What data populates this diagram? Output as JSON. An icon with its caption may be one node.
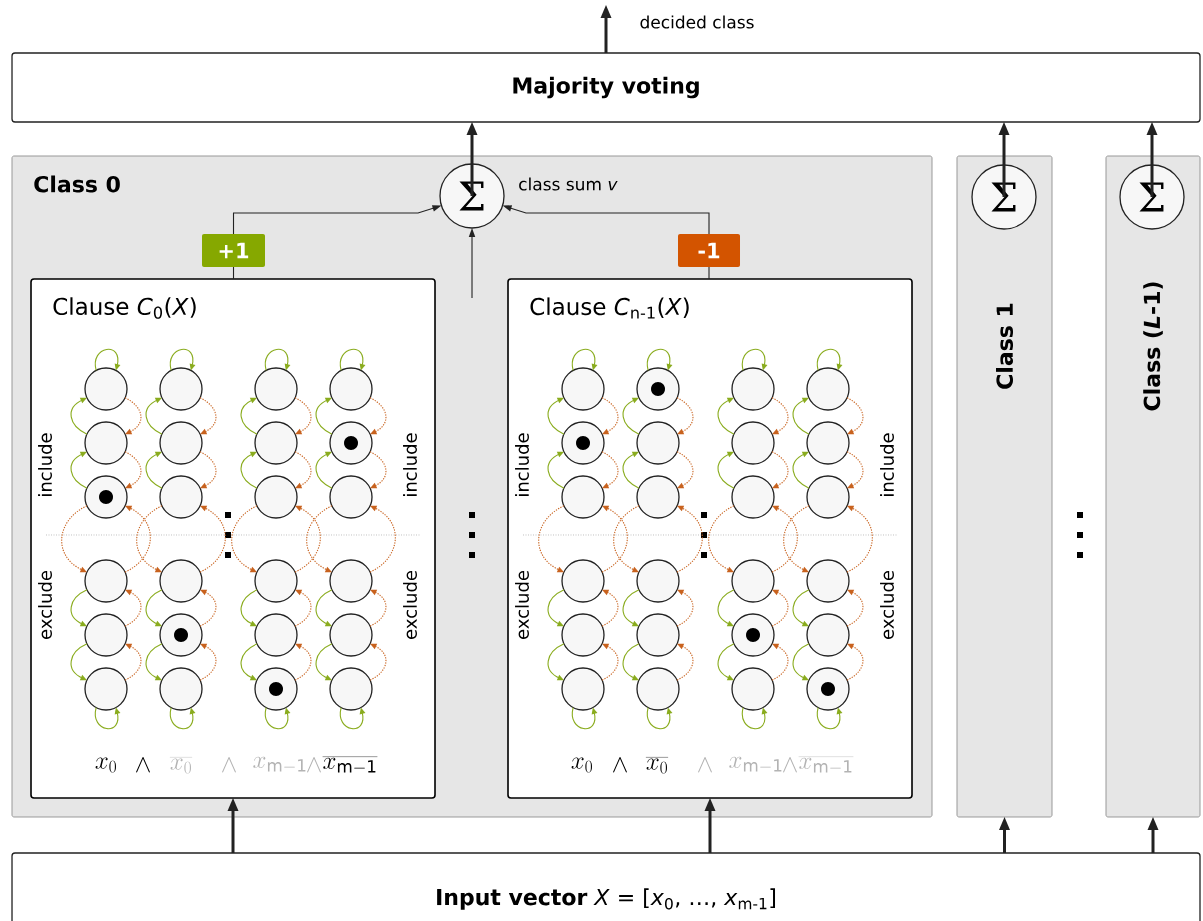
{
  "diagram": {
    "nodes": [
      {
        "text": [
          "Majority voting"
        ]
      },
      {
        "text": [
          "Class 0"
        ]
      },
      {
        "text": [
          "Σ"
        ],
        "in": 1,
        "beside": [
          "class sum *v*"
        ]
      },
      {
        "text": [
          "+1"
        ],
        "in": 1
      },
      {
        "text": [
          "-1"
        ],
        "in": 1
      },
      {
        "text": [
          "Clause *C*$_{0}$(*X*)"
        ],
        "in": 1
      },
      {
        "text": [
          "Clause *C*$_{n-1}$(*X*)"
        ],
        "in": 1
      },
      {
        "text": [],
        "shape": "circle",
        "in": 5
      },
      {
        "text": [],
        "shape": "circle",
        "in": 5
      },
      {
        "text": [],
        "shape": "circle",
        "in": 5
      },
      {
        "text": [],
        "shape": "circle",
        "in": 5
      },
      {
        "text": [],
        "shape": "circle",
        "in": 5
      },
      {
        "text": [],
        "shape": "circle",
        "in": 5
      },
      {
        "text": [],
        "shape": "circle",
        "in": 5
      },
      {
        "text": [],
        "shape": "circle",
        "in": 5
      },
      {
        "text": [],
        "shape": "circle",
        "in": 5
      },
      {
        "text": [],
        "shape": "circle",
        "in": 5
      },
      {
        "text": [],
        "shape": "circle",
        "in": 5
      },
      {
        "text": [],
        "shape": "circle",
        "in": 5
      },
      {
        "text": [],
        "shape": "circle",
        "in": 5
      },
      {
        "text": [],
        "shape": "circle",
        "in": 5
      },
      {
        "text": [],
        "shape": "circle",
        "in": 5
      },
      {
        "text": [],
        "shape": "circle",
        "in": 5
      },
      {
        "text": [],
        "shape": "circle",
        "in": 5
      },
      {
        "text": [],
        "shape": "circle",
        "in": 5
      },
      {
        "text": [],
        "shape": "circle",
        "in": 5
      },
      {
        "text": [],
        "shape": "circle",
        "in": 5
      },
      {
        "text": [],
        "shape": "circle",
        "in": 5
      },
      {
        "text": [],
        "shape": "circle",
        "in": 5
      },
      {
        "text": [],
        "shape": "circle",
        "in": 5
      },
      {
        "text": [],
        "shape": "circle",
        "in": 5
      },
      {
        "text": [],
        "shape": "circle",
        "in": 6
      },
      {
        "text": [],
        "shape": "circle",
        "in": 6
      },
      {
        "text": [],
        "shape": "circle",
        "in": 6
      },
      {
        "text": [],
        "shape": "circle",
        "in": 6
      },
      {
        "text": [],
        "shape": "circle",
        "in": 6
      },
      {
        "text": [],
        "shape": "circle",
        "in": 6
      },
      {
        "text": [],
        "shape": "circle",
        "in": 6
      },
      {
        "text": [],
        "shape": "circle",
        "in": 6
      },
      {
        "text": [],
        "shape": "circle",
        "in": 6
      },
      {
        "text": [],
        "shape": "circle",
        "in": 6
      },
      {
        "text": [],
        "shape": "circle",
        "in": 6
      },
      {
        "text": [],
        "shape": "circle",
        "in": 6
      },
      {
        "text": [],
        "shape": "circle",
        "in": 6
      },
      {
        "text": [],
        "shape": "circle",
        "in": 6
      },
      {
        "text": [],
        "shape": "circle",
        "in": 6
      },
      {
        "text": [],
        "shape": "circle",
        "in": 6
      },
      {
        "text": [],
        "shape": "circle",
        "in": 6
      },
      {
        "text": [],
        "shape": "circle",
        "in": 6
      },
      {
        "text": [],
        "shape": "circle",
        "in": 6
      },
      {
        "text": [],
        "shape": "circle",
        "in": 6
      },
      {
        "text": [],
        "shape": "circle",
        "in": 6
      },
      {
        "text": [],
        "shape": "circle",
        "in": 6
      },
      {
        "text": [],
        "shape": "circle",
        "in": 6
      },
      {
        "text": [],
        "shape": "circle",
        "in": 6
      },
      {
        "text": [
          "Class 1"
        ]
      },
      {
        "text": [
          "Σ"
        ],
        "in": 55
      },
      {
        "text": [
          "Class (*L*-1)"
        ]
      },
      {
        "text": [
          "Σ"
        ],
        "in": 57
      },
      {
        "text": [
          "**Input vector** *X* = [*x*$_{0}$, …, *x*$_{m-1}$]"
        ]
      }
    ],
    "edges": [
      {
        "from": 0,
        "to": null,
        "arrow": "to",
        "label": "decided class",
        "style": "thick",
        "color": "#222222"
      },
      {
        "from": 2,
        "to": 0,
        "arrow": "to",
        "style": "thick",
        "color": "#222222"
      },
      {
        "from": 56,
        "to": 0,
        "arrow": "to",
        "style": "thick",
        "color": "#222222"
      },
      {
        "from": 58,
        "to": 0,
        "arrow": "to",
        "style": "thick",
        "color": "#222222"
      },
      {
        "from": 5,
        "to": 3,
        "arrow": "none",
        "color": "#222222"
      },
      {
        "from": 3,
        "to": 2,
        "arrow": "to",
        "color": "#222222"
      },
      {
        "from": 6,
        "to": 4,
        "arrow": "none",
        "color": "#222222"
      },
      {
        "from": 4,
        "to": 2,
        "arrow": "to",
        "color": "#222222"
      },
      {
        "from": null,
        "to": 2,
        "arrow": "to",
        "color": "#222222"
      },
      {
        "from": 59,
        "to": 5,
        "arrow": "to",
        "style": "thick",
        "color": "#222222"
      },
      {
        "from": 59,
        "to": 6,
        "arrow": "to",
        "style": "thick",
        "color": "#222222"
      },
      {
        "from": 59,
        "to": 55,
        "arrow": "to",
        "style": "thick",
        "color": "#222222"
      },
      {
        "from": 59,
        "to": 57,
        "arrow": "to",
        "style": "thick",
        "color": "#222222"
      },
      {
        "from": 7,
        "to": 7,
        "arrow": "to",
        "color": "#8aac1e"
      },
      {
        "from": 8,
        "to": 7,
        "arrow": "to",
        "color": "#8aac1e"
      },
      {
        "from": 9,
        "to": 8,
        "arrow": "to",
        "color": "#8aac1e"
      },
      {
        "from": 7,
        "to": 8,
        "arrow": "to",
        "style": "dashed",
        "color": "#c8621e"
      },
      {
        "from": 8,
        "to": 9,
        "arrow": "to",
        "style": "dashed",
        "color": "#c8621e"
      },
      {
        "from": 9,
        "to": 10,
        "arrow": "to",
        "style": "dashed",
        "color": "#c8621e"
      },
      {
        "from": 10,
        "to": 9,
        "arrow": "to",
        "style": "dashed",
        "color": "#c8621e"
      },
      {
        "from": 10,
        "to": 11,
        "arrow": "to",
        "color": "#8aac1e"
      },
      {
        "from": 11,
        "to": 12,
        "arrow": "to",
        "color": "#8aac1e"
      },
      {
        "from": 11,
        "to": 10,
        "arrow": "to",
        "style": "dashed",
        "color": "#c8621e"
      },
      {
        "from": 12,
        "to": 11,
        "arrow": "to",
        "style": "dashed",
        "color": "#c8621e"
      },
      {
        "from": 12,
        "to": 12,
        "arrow": "to",
        "color": "#8aac1e"
      },
      {
        "from": 13,
        "to": 13,
        "arrow": "to",
        "color": "#8aac1e"
      },
      {
        "from": 14,
        "to": 13,
        "arrow": "to",
        "color": "#8aac1e"
      },
      {
        "from": 15,
        "to": 14,
        "arrow": "to",
        "color": "#8aac1e"
      },
      {
        "from": 13,
        "to": 14,
        "arrow": "to",
        "style": "dashed",
        "color": "#c8621e"
      },
      {
        "from": 14,
        "to": 15,
        "arrow": "to",
        "style": "dashed",
        "color": "#c8621e"
      },
      {
        "from": 15,
        "to": 16,
        "arrow": "to",
        "style": "dashed",
        "color": "#c8621e"
      },
      {
        "from": 16,
        "to": 15,
        "arrow": "to",
        "style": "dashed",
        "color": "#c8621e"
      },
      {
        "from": 16,
        "to": 17,
        "arrow": "to",
        "color": "#8aac1e"
      },
      {
        "from": 17,
        "to": 18,
        "arrow": "to",
        "color": "#8aac1e"
      },
      {
        "from": 17,
        "to": 16,
        "arrow": "to",
        "style": "dashed",
        "color": "#c8621e"
      },
      {
        "from": 18,
        "to": 17,
        "arrow": "to",
        "style": "dashed",
        "color": "#c8621e"
      },
      {
        "from": 18,
        "to": 18,
        "arrow": "to",
        "color": "#8aac1e"
      },
      {
        "from": 19,
        "to": 19,
        "arrow": "to",
        "color": "#8aac1e"
      },
      {
        "from": 20,
        "to": 19,
        "arrow": "to",
        "color": "#8aac1e"
      },
      {
        "from": 21,
        "to": 20,
        "arrow": "to",
        "color": "#8aac1e"
      },
      {
        "from": 19,
        "to": 20,
        "arrow": "to",
        "style": "dashed",
        "color": "#c8621e"
      },
      {
        "from": 20,
        "to": 21,
        "arrow": "to",
        "style": "dashed",
        "color": "#c8621e"
      },
      {
        "from": 21,
        "to": 22,
        "arrow": "to",
        "style": "dashed",
        "color": "#c8621e"
      },
      {
        "from": 22,
        "to": 21,
        "arrow": "to",
        "style": "dashed",
        "color": "#c8621e"
      },
      {
        "from": 22,
        "to": 23,
        "arrow": "to",
        "color": "#8aac1e"
      },
      {
        "from": 23,
        "to": 24,
        "arrow": "to",
        "color": "#8aac1e"
      },
      {
        "from": 23,
        "to": 22,
        "arrow": "to",
        "style": "dashed",
        "color": "#c8621e"
      },
      {
        "from": 24,
        "to": 23,
        "arrow": "to",
        "style": "dashed",
        "color": "#c8621e"
      },
      {
        "from": 24,
        "to": 24,
        "arrow": "to",
        "color": "#8aac1e"
      },
      {
        "from": 25,
        "to": 25,
        "arrow": "to",
        "color": "#8aac1e"
      },
      {
        "from": 26,
        "to": 25,
        "arrow": "to",
        "color": "#8aac1e"
      },
      {
        "from": 27,
        "to": 26,
        "arrow": "to",
        "color": "#8aac1e"
      },
      {
        "from": 25,
        "to": 26,
        "arrow": "to",
        "style": "dashed",
        "color": "#c8621e"
      },
      {
        "from": 26,
        "to": 27,
        "arrow": "to",
        "style": "dashed",
        "color": "#c8621e"
      },
      {
        "from": 27,
        "to": 28,
        "arrow": "to",
        "style": "dashed",
        "color": "#c8621e"
      },
      {
        "from": 28,
        "to": 27,
        "arrow": "to",
        "style": "dashed",
        "color": "#c8621e"
      },
      {
        "from": 28,
        "to": 29,
        "arrow": "to",
        "color": "#8aac1e"
      },
      {
        "from": 29,
        "to": 30,
        "arrow": "to",
        "color": "#8aac1e"
      },
      {
        "from": 29,
        "to": 28,
        "arrow": "to",
        "style": "dashed",
        "color": "#c8621e"
      },
      {
        "from": 30,
        "to": 29,
        "arrow": "to",
        "style": "dashed",
        "color": "#c8621e"
      },
      {
        "from": 30,
        "to": 30,
        "arrow": "to",
        "color": "#8aac1e"
      },
      {
        "from": 31,
        "to": 31,
        "arrow": "to",
        "color": "#8aac1e"
      },
      {
        "from": 32,
        "to": 31,
        "arrow": "to",
        "color": "#8aac1e"
      },
      {
        "from": 33,
        "to": 32,
        "arrow": "to",
        "color": "#8aac1e"
      },
      {
        "from": 31,
        "to": 32,
        "arrow": "to",
        "style": "dashed",
        "color": "#c8621e"
      },
      {
        "from": 32,
        "to": 33,
        "arrow": "to",
        "style": "dashed",
        "color": "#c8621e"
      },
      {
        "from": 33,
        "to": 34,
        "arrow": "to",
        "style": "dashed",
        "color": "#c8621e"
      },
      {
        "from": 34,
        "to": 33,
        "arrow": "to",
        "style": "dashed",
        "color": "#c8621e"
      },
      {
        "from": 34,
        "to": 35,
        "arrow": "to",
        "color": "#8aac1e"
      },
      {
        "from": 35,
        "to": 36,
        "arrow": "to",
        "color": "#8aac1e"
      },
      {
        "from": 35,
        "to": 34,
        "arrow": "to",
        "style": "dashed",
        "color": "#c8621e"
      },
      {
        "from": 36,
        "to": 35,
        "arrow": "to",
        "style": "dashed",
        "color": "#c8621e"
      },
      {
        "from": 36,
        "to": 36,
        "arrow": "to",
        "color": "#8aac1e"
      },
      {
        "from": 37,
        "to": 37,
        "arrow": "to",
        "color": "#8aac1e"
      },
      {
        "from": 38,
        "to": 37,
        "arrow": "to",
        "color": "#8aac1e"
      },
      {
        "from": 39,
        "to": 38,
        "arrow": "to",
        "color": "#8aac1e"
      },
      {
        "from": 37,
        "to": 38,
        "arrow": "to",
        "style": "dashed",
        "color": "#c8621e"
      },
      {
        "from": 38,
        "to": 39,
        "arrow": "to",
        "style": "dashed",
        "color": "#c8621e"
      },
      {
        "from": 39,
        "to": 40,
        "arrow": "to",
        "style": "dashed",
        "color": "#c8621e"
      },
      {
        "from": 40,
        "to": 39,
        "arrow": "to",
        "style": "dashed",
        "color": "#c8621e"
      },
      {
        "from": 40,
        "to": 41,
        "arrow": "to",
        "color": "#8aac1e"
      },
      {
        "from": 41,
        "to": 42,
        "arrow": "to",
        "color": "#8aac1e"
      },
      {
        "from": 41,
        "to": 40,
        "arrow": "to",
        "style": "dashed",
        "color": "#c8621e"
      },
      {
        "from": 42,
        "to": 41,
        "arrow": "to",
        "style": "dashed",
        "color": "#c8621e"
      },
      {
        "from": 42,
        "to": 42,
        "arrow": "to",
        "color": "#8aac1e"
      },
      {
        "from": 43,
        "to": 43,
        "arrow": "to",
        "color": "#8aac1e"
      },
      {
        "from": 44,
        "to": 43,
        "arrow": "to",
        "color": "#8aac1e"
      },
      {
        "from": 45,
        "to": 44,
        "arrow": "to",
        "color": "#8aac1e"
      },
      {
        "from": 43,
        "to": 44,
        "arrow": "to",
        "style": "dashed",
        "color": "#c8621e"
      },
      {
        "from": 44,
        "to": 45,
        "arrow": "to",
        "style": "dashed",
        "color": "#c8621e"
      },
      {
        "from": 45,
        "to": 46,
        "arrow": "to",
        "style": "dashed",
        "color": "#c8621e"
      },
      {
        "from": 46,
        "to": 45,
        "arrow": "to",
        "style": "dashed",
        "color": "#c8621e"
      },
      {
        "from": 46,
        "to": 47,
        "arrow": "to",
        "color": "#8aac1e"
      },
      {
        "from": 47,
        "to": 48,
        "arrow": "to",
        "color": "#8aac1e"
      },
      {
        "from": 47,
        "to": 46,
        "arrow": "to",
        "style": "dashed",
        "color": "#c8621e"
      },
      {
        "from": 48,
        "to": 47,
        "arrow": "to",
        "style": "dashed",
        "color": "#c8621e"
      },
      {
        "from": 48,
        "to": 48,
        "arrow": "to",
        "color": "#8aac1e"
      },
      {
        "from": 49,
        "to": 49,
        "arrow": "to",
        "color": "#8aac1e"
      },
      {
        "from": 50,
        "to": 49,
        "arrow": "to",
        "color": "#8aac1e"
      },
      {
        "from": 51,
        "to": 50,
        "arrow": "to",
        "color": "#8aac1e"
      },
      {
        "from": 49,
        "to": 50,
        "arrow": "to",
        "style": "dashed",
        "color": "#c8621e"
      },
      {
        "from": 50,
        "to": 51,
        "arrow": "to",
        "style": "dashed",
        "color": "#c8621e"
      },
      {
        "from": 51,
        "to": 52,
        "arrow": "to",
        "style": "dashed",
        "color": "#c8621e"
      },
      {
        "from": 52,
        "to": 51,
        "arrow": "to",
        "style": "dashed",
        "color": "#c8621e"
      },
      {
        "from": 52,
        "to": 53,
        "arrow": "to",
        "color": "#8aac1e"
      },
      {
        "from": 53,
        "to": 54,
        "arrow": "to",
        "color": "#8aac1e"
      },
      {
        "from": 53,
        "to": 52,
        "arrow": "to",
        "style": "dashed",
        "color": "#c8621e"
      },
      {
        "from": 54,
        "to": 53,
        "arrow": "to",
        "style": "dashed",
        "color": "#c8621e"
      },
      {
        "from": 54,
        "to": 54,
        "arrow": "to",
        "color": "#8aac1e"
      }
    ],
    "labels": [
      "include",
      "include",
      "include",
      "include",
      "exclude",
      "exclude",
      "exclude",
      "exclude",
      "x_{0}",
      "\\wedge",
      "\\overline{x_{0}}",
      "\\wedge",
      "x_{\\mathrm{m-1}}",
      "\\wedge",
      "\\overline{x_{\\mathrm{m-1}}}",
      "x_{0}",
      "\\wedge",
      "\\overline{x_{0}}",
      "\\wedge",
      "x_{\\mathrm{m-1}}",
      "\\wedge",
      "\\overline{x_{\\mathrm{m-1}}}"
    ]
  }
}
